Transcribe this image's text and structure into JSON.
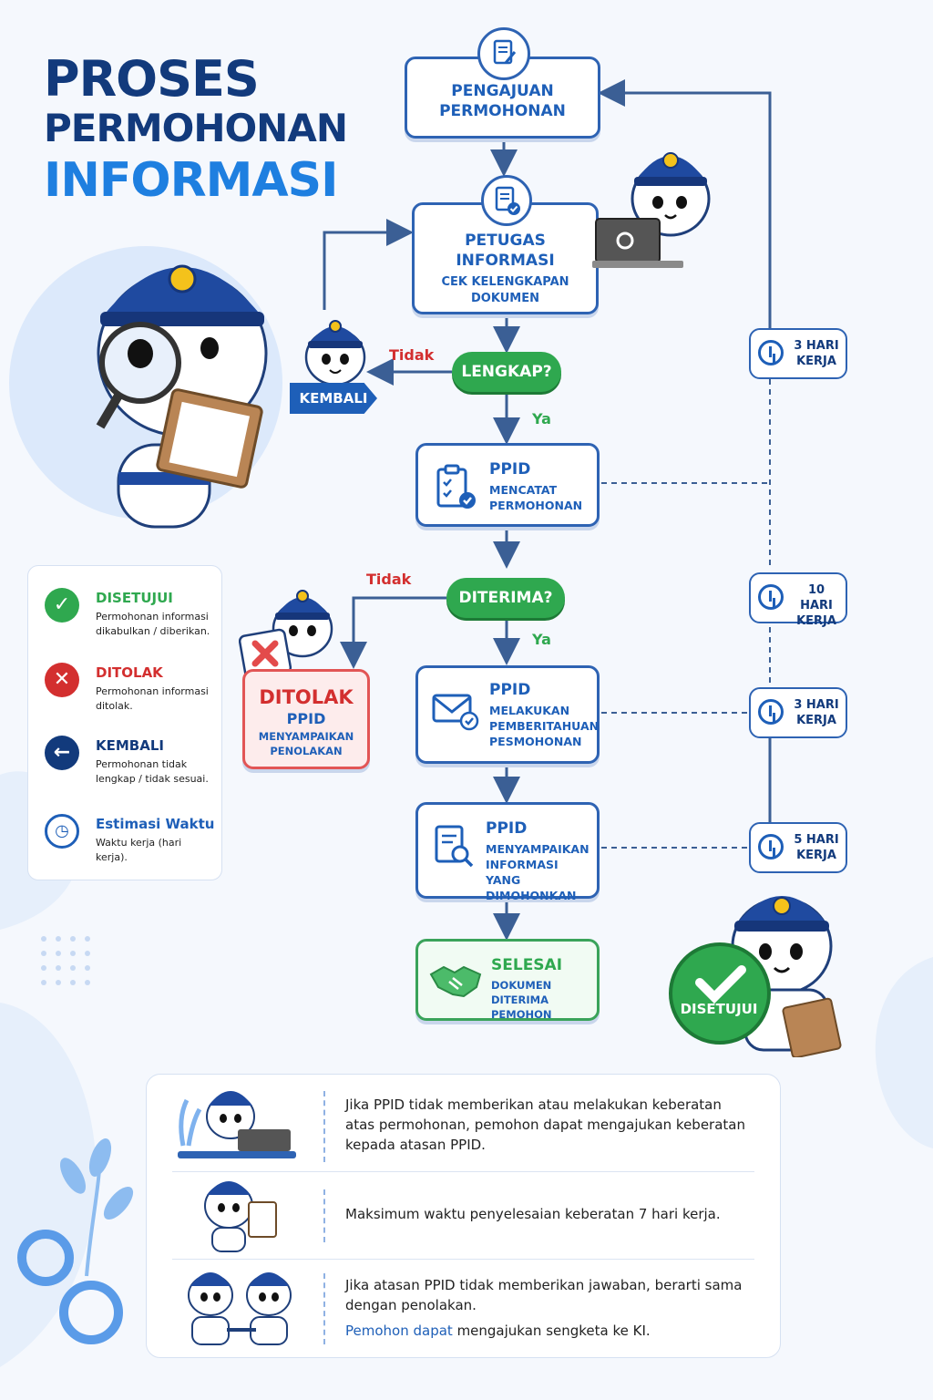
{
  "title": {
    "line1": "PROSES",
    "line2": "PERMOHONAN",
    "line3": "INFORMASI"
  },
  "flow": {
    "step1": {
      "title": "PENGAJUAN PERMOHONAN"
    },
    "step2": {
      "title": "PETUGAS INFORMASI",
      "subtitle": "CEK KELENGKAPAN DOKUMEN"
    },
    "decision1": {
      "label": "LENGKAP?",
      "no": "Tidak",
      "yes": "Ya",
      "back_label": "KEMBALI"
    },
    "step3": {
      "title": "PPID",
      "subtitle": "MENCATAT PERMOHONAN"
    },
    "decision2": {
      "label": "DITERIMA?",
      "no": "Tidak",
      "yes": "Ya"
    },
    "rejected": {
      "title": "DITOLAK",
      "sub1": "PPID",
      "sub2": "MENYAMPAIKAN PENOLAKAN"
    },
    "step4": {
      "title": "PPID",
      "subtitle": "MELAKUKAN PEMBERITAHUAN PESMOHONAN"
    },
    "step5": {
      "title": "PPID",
      "subtitle": "MENYAMPAIKAN INFORMASI YANG DIMOHONKAN"
    },
    "done": {
      "title": "SELESAI",
      "subtitle": "DOKUMEN DITERIMA PEMOHON"
    },
    "approved_badge": "DISETUJUI"
  },
  "times": [
    {
      "line1": "3 HARI",
      "line2": "KERJA"
    },
    {
      "line1": "10 HARI",
      "line2": "KERJA"
    },
    {
      "line1": "3 HARI",
      "line2": "KERJA"
    },
    {
      "line1": "5 HARI",
      "line2": "KERJA"
    }
  ],
  "legend": [
    {
      "title": "DISETUJUI",
      "desc": "Permohonan informasi dikabulkan / diberikan.",
      "color": "#2fa84f",
      "icon": "check-icon"
    },
    {
      "title": "DITOLAK",
      "desc": "Permohonan informasi ditolak.",
      "color": "#d32f2f",
      "icon": "cross-icon"
    },
    {
      "title": "KEMBALI",
      "desc": "Permohonan tidak lengkap / tidak sesuai.",
      "color": "#123a7c",
      "icon": "arrow-left-icon"
    },
    {
      "title": "Estimasi Waktu",
      "desc": "Waktu kerja (hari kerja).",
      "color": "#1e5fb8",
      "icon": "clock-icon"
    }
  ],
  "notes": {
    "n1": "Jika PPID tidak memberikan atau melakukan keberatan atas permohonan, pemohon dapat mengajukan keberatan kepada atasan PPID.",
    "n2": "Maksimum waktu penyelesaian keberatan 7 hari kerja.",
    "n3a": "Jika atasan PPID tidak memberikan jawaban, berarti sama dengan penolakan.",
    "n3b_highlight": "Pemohon dapat",
    "n3b_rest": " mengajukan sengketa ke KI."
  },
  "colors": {
    "primary": "#123a7c",
    "accent": "#1e7fe0",
    "green": "#2fa84f",
    "red": "#d32f2f"
  }
}
